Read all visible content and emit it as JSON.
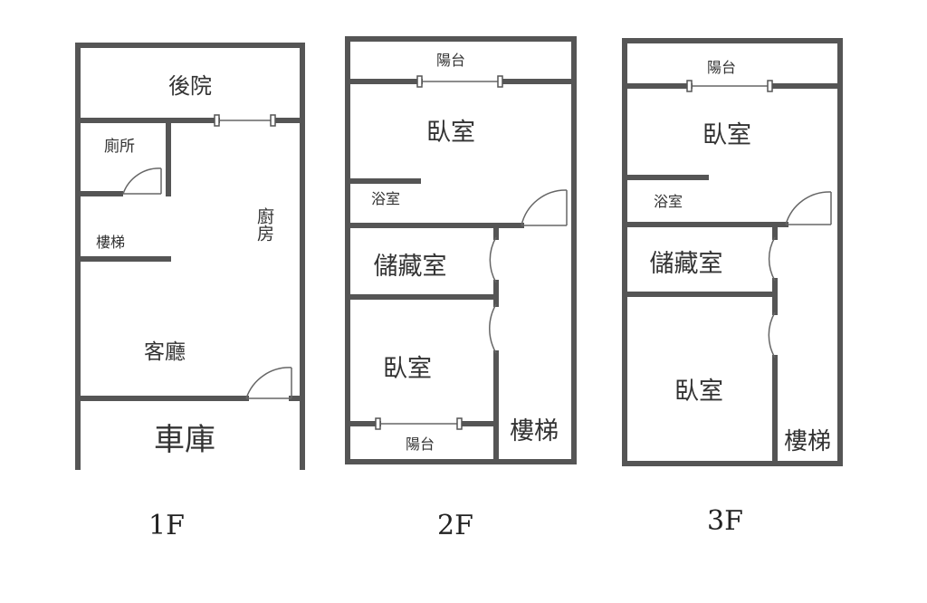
{
  "floors": [
    {
      "name": "1F",
      "rooms": {
        "backyard": "後院",
        "toilet": "廁所",
        "kitchen": "廚房",
        "stairs": "樓梯",
        "living_room": "客廳",
        "garage": "車庫"
      }
    },
    {
      "name": "2F",
      "rooms": {
        "balcony_top": "陽台",
        "bedroom_top": "臥室",
        "bathroom": "浴室",
        "storage": "儲藏室",
        "bedroom_bottom": "臥室",
        "balcony_bottom": "陽台",
        "stairs": "樓梯"
      }
    },
    {
      "name": "3F",
      "rooms": {
        "balcony_top": "陽台",
        "bedroom_top": "臥室",
        "bathroom": "浴室",
        "storage": "儲藏室",
        "bedroom_bottom": "臥室",
        "stairs": "樓梯"
      }
    }
  ]
}
